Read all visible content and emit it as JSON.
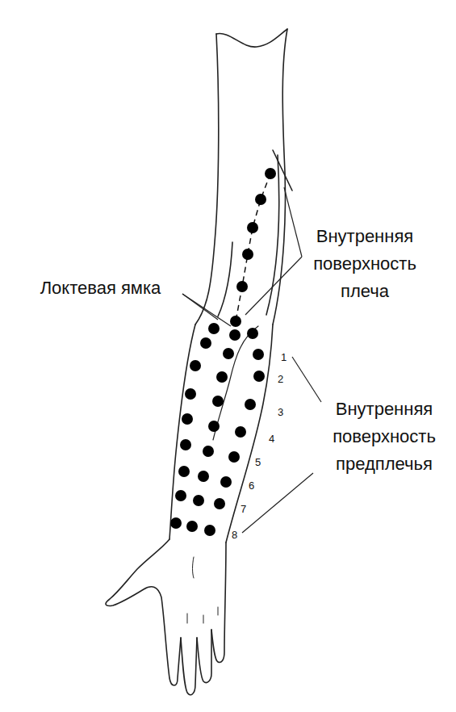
{
  "diagram": {
    "labels": [
      "Внутренняя поверхность плеча",
      "Локтевая ямка",
      "1",
      "2",
      "3",
      "4",
      "5",
      "6",
      "7",
      "8",
      "Внутренняя поверхность предплечья"
    ]
  }
}
